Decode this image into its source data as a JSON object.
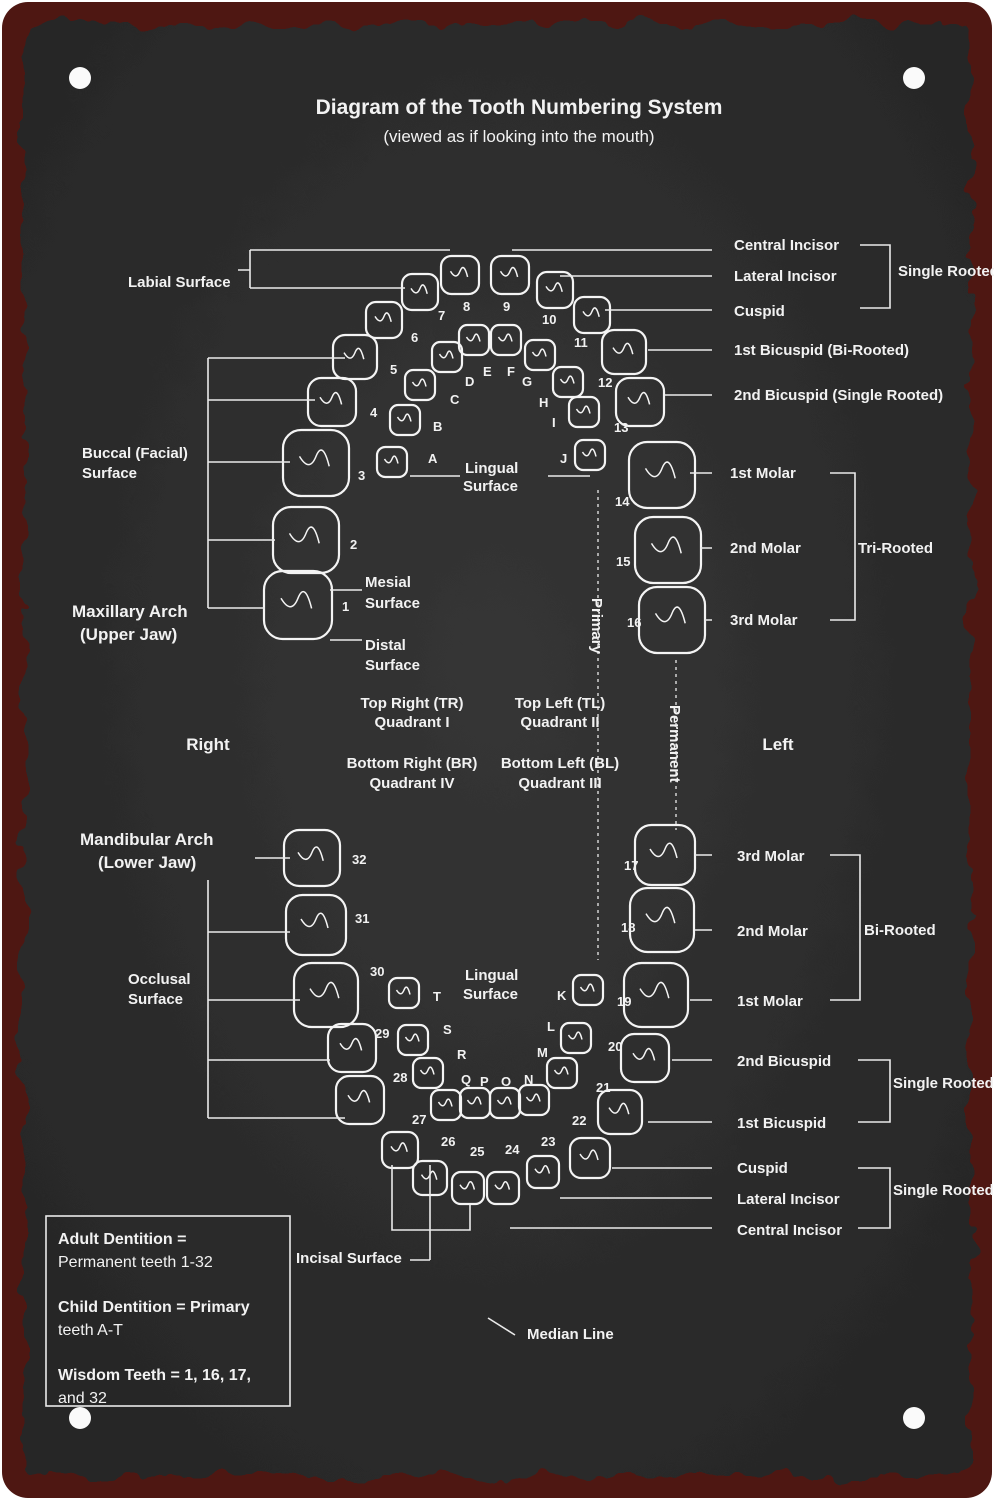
{
  "title": "Diagram of the Tooth Numbering System",
  "subtitle": "(viewed as if looking into the mouth)",
  "upper_right_labels": [
    "Central Incisor",
    "Lateral Incisor",
    "Cuspid",
    "1st Bicuspid (Bi-Rooted)",
    "2nd Bicuspid (Single Rooted)",
    "1st Molar",
    "2nd Molar",
    "3rd Molar"
  ],
  "upper_groups": {
    "single_rooted": "Single Rooted",
    "tri_rooted": "Tri-Rooted"
  },
  "lower_right_labels": [
    "3rd Molar",
    "2nd Molar",
    "1st Molar",
    "2nd Bicuspid",
    "1st Bicuspid",
    "Cuspid",
    "Lateral Incisor",
    "Central Incisor"
  ],
  "lower_groups": {
    "bi_rooted": "Bi-Rooted",
    "single_rooted_1": "Single Rooted",
    "single_rooted_2": "Single Rooted"
  },
  "left_labels": {
    "labial_surface": "Labial Surface",
    "buccal_1": "Buccal (Facial)",
    "buccal_2": "Surface",
    "maxillary_1": "Maxillary Arch",
    "maxillary_2": "(Upper Jaw)",
    "mandibular_1": "Mandibular Arch",
    "mandibular_2": "(Lower Jaw)",
    "occlusal_1": "Occlusal",
    "occlusal_2": "Surface",
    "mesial_1": "Mesial",
    "mesial_2": "Surface",
    "distal_1": "Distal",
    "distal_2": "Surface",
    "lingual_1": "Lingual",
    "lingual_2": "Surface",
    "incisal": "Incisal Surface",
    "median": "Median Line",
    "primary": "Primary",
    "permanent": "Permanent"
  },
  "quadrants": {
    "tr_1": "Top Right (TR)",
    "tr_2": "Quadrant I",
    "tl_1": "Top Left (TL)",
    "tl_2": "Quadrant II",
    "br_1": "Bottom Right (BR)",
    "br_2": "Quadrant IV",
    "bl_1": "Bottom Left (BL)",
    "bl_2": "Quadrant III",
    "right": "Right",
    "left": "Left"
  },
  "legend": {
    "l1": "Adult Dentition =",
    "l2": "Permanent teeth 1-32",
    "l3": "Child Dentition = Primary",
    "l4": "teeth A-T",
    "l5": "Wisdom Teeth = 1, 16, 17,",
    "l6": "and 32"
  },
  "permanent_teeth": [
    "1",
    "2",
    "3",
    "4",
    "5",
    "6",
    "7",
    "8",
    "9",
    "10",
    "11",
    "12",
    "13",
    "14",
    "15",
    "16",
    "17",
    "18",
    "19",
    "20",
    "21",
    "22",
    "23",
    "24",
    "25",
    "26",
    "27",
    "28",
    "29",
    "30",
    "31",
    "32"
  ],
  "primary_teeth": [
    "A",
    "B",
    "C",
    "D",
    "E",
    "F",
    "G",
    "H",
    "I",
    "J",
    "K",
    "L",
    "M",
    "N",
    "O",
    "P",
    "Q",
    "R",
    "S",
    "T"
  ],
  "colors": {
    "board": "#2b2b2b",
    "rust": "#5a1a14",
    "ink": "#f2f2f2"
  }
}
